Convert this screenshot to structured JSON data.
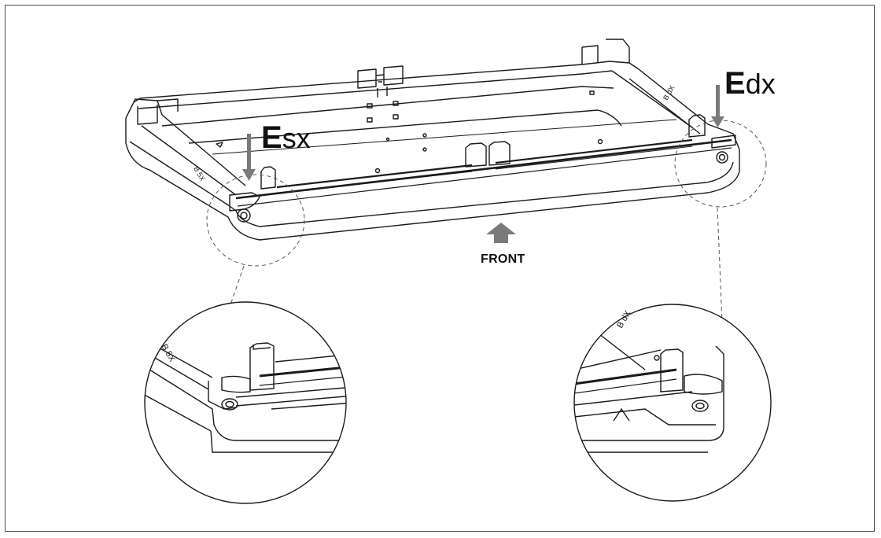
{
  "labels": {
    "edx_main": "E",
    "edx_sub": "dx",
    "esx_main": "E",
    "esx_sub": "sx",
    "front": "FRONT"
  },
  "colors": {
    "outline": "#1a1a1a",
    "arrow": "#7a7a7a",
    "frame": "#4a4a4a",
    "background": "#ffffff"
  }
}
